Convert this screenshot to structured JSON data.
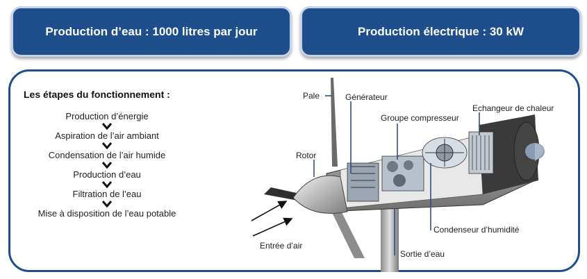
{
  "banners": {
    "water": "Production d’eau : 1000 litres par jour",
    "power": "Production électrique  : 30 kW"
  },
  "steps": {
    "title": "Les étapes du fonctionnement :",
    "items": [
      "Production d’énergie",
      "Aspiration de l’air ambiant",
      "Condensation de l’air humide",
      "Production d’eau",
      "Filtration de l’eau",
      "Mise à disposition de l’eau potable"
    ]
  },
  "diagram": {
    "labels": {
      "pale": "Pale",
      "generateur": "Générateur",
      "groupe_compresseur": "Groupe compresseur",
      "echangeur": "Echangeur de chaleur",
      "rotor": "Rotor",
      "entree_air": "Entrée d’air",
      "condenseur": "Condenseur d’humidité",
      "sortie_eau": "Sortie d’eau"
    }
  },
  "colors": {
    "banner_bg": "#1f4e8c",
    "banner_border": "#c5d3e8",
    "panel_border": "#1f4e8c",
    "leader_line": "#2c4f86"
  }
}
